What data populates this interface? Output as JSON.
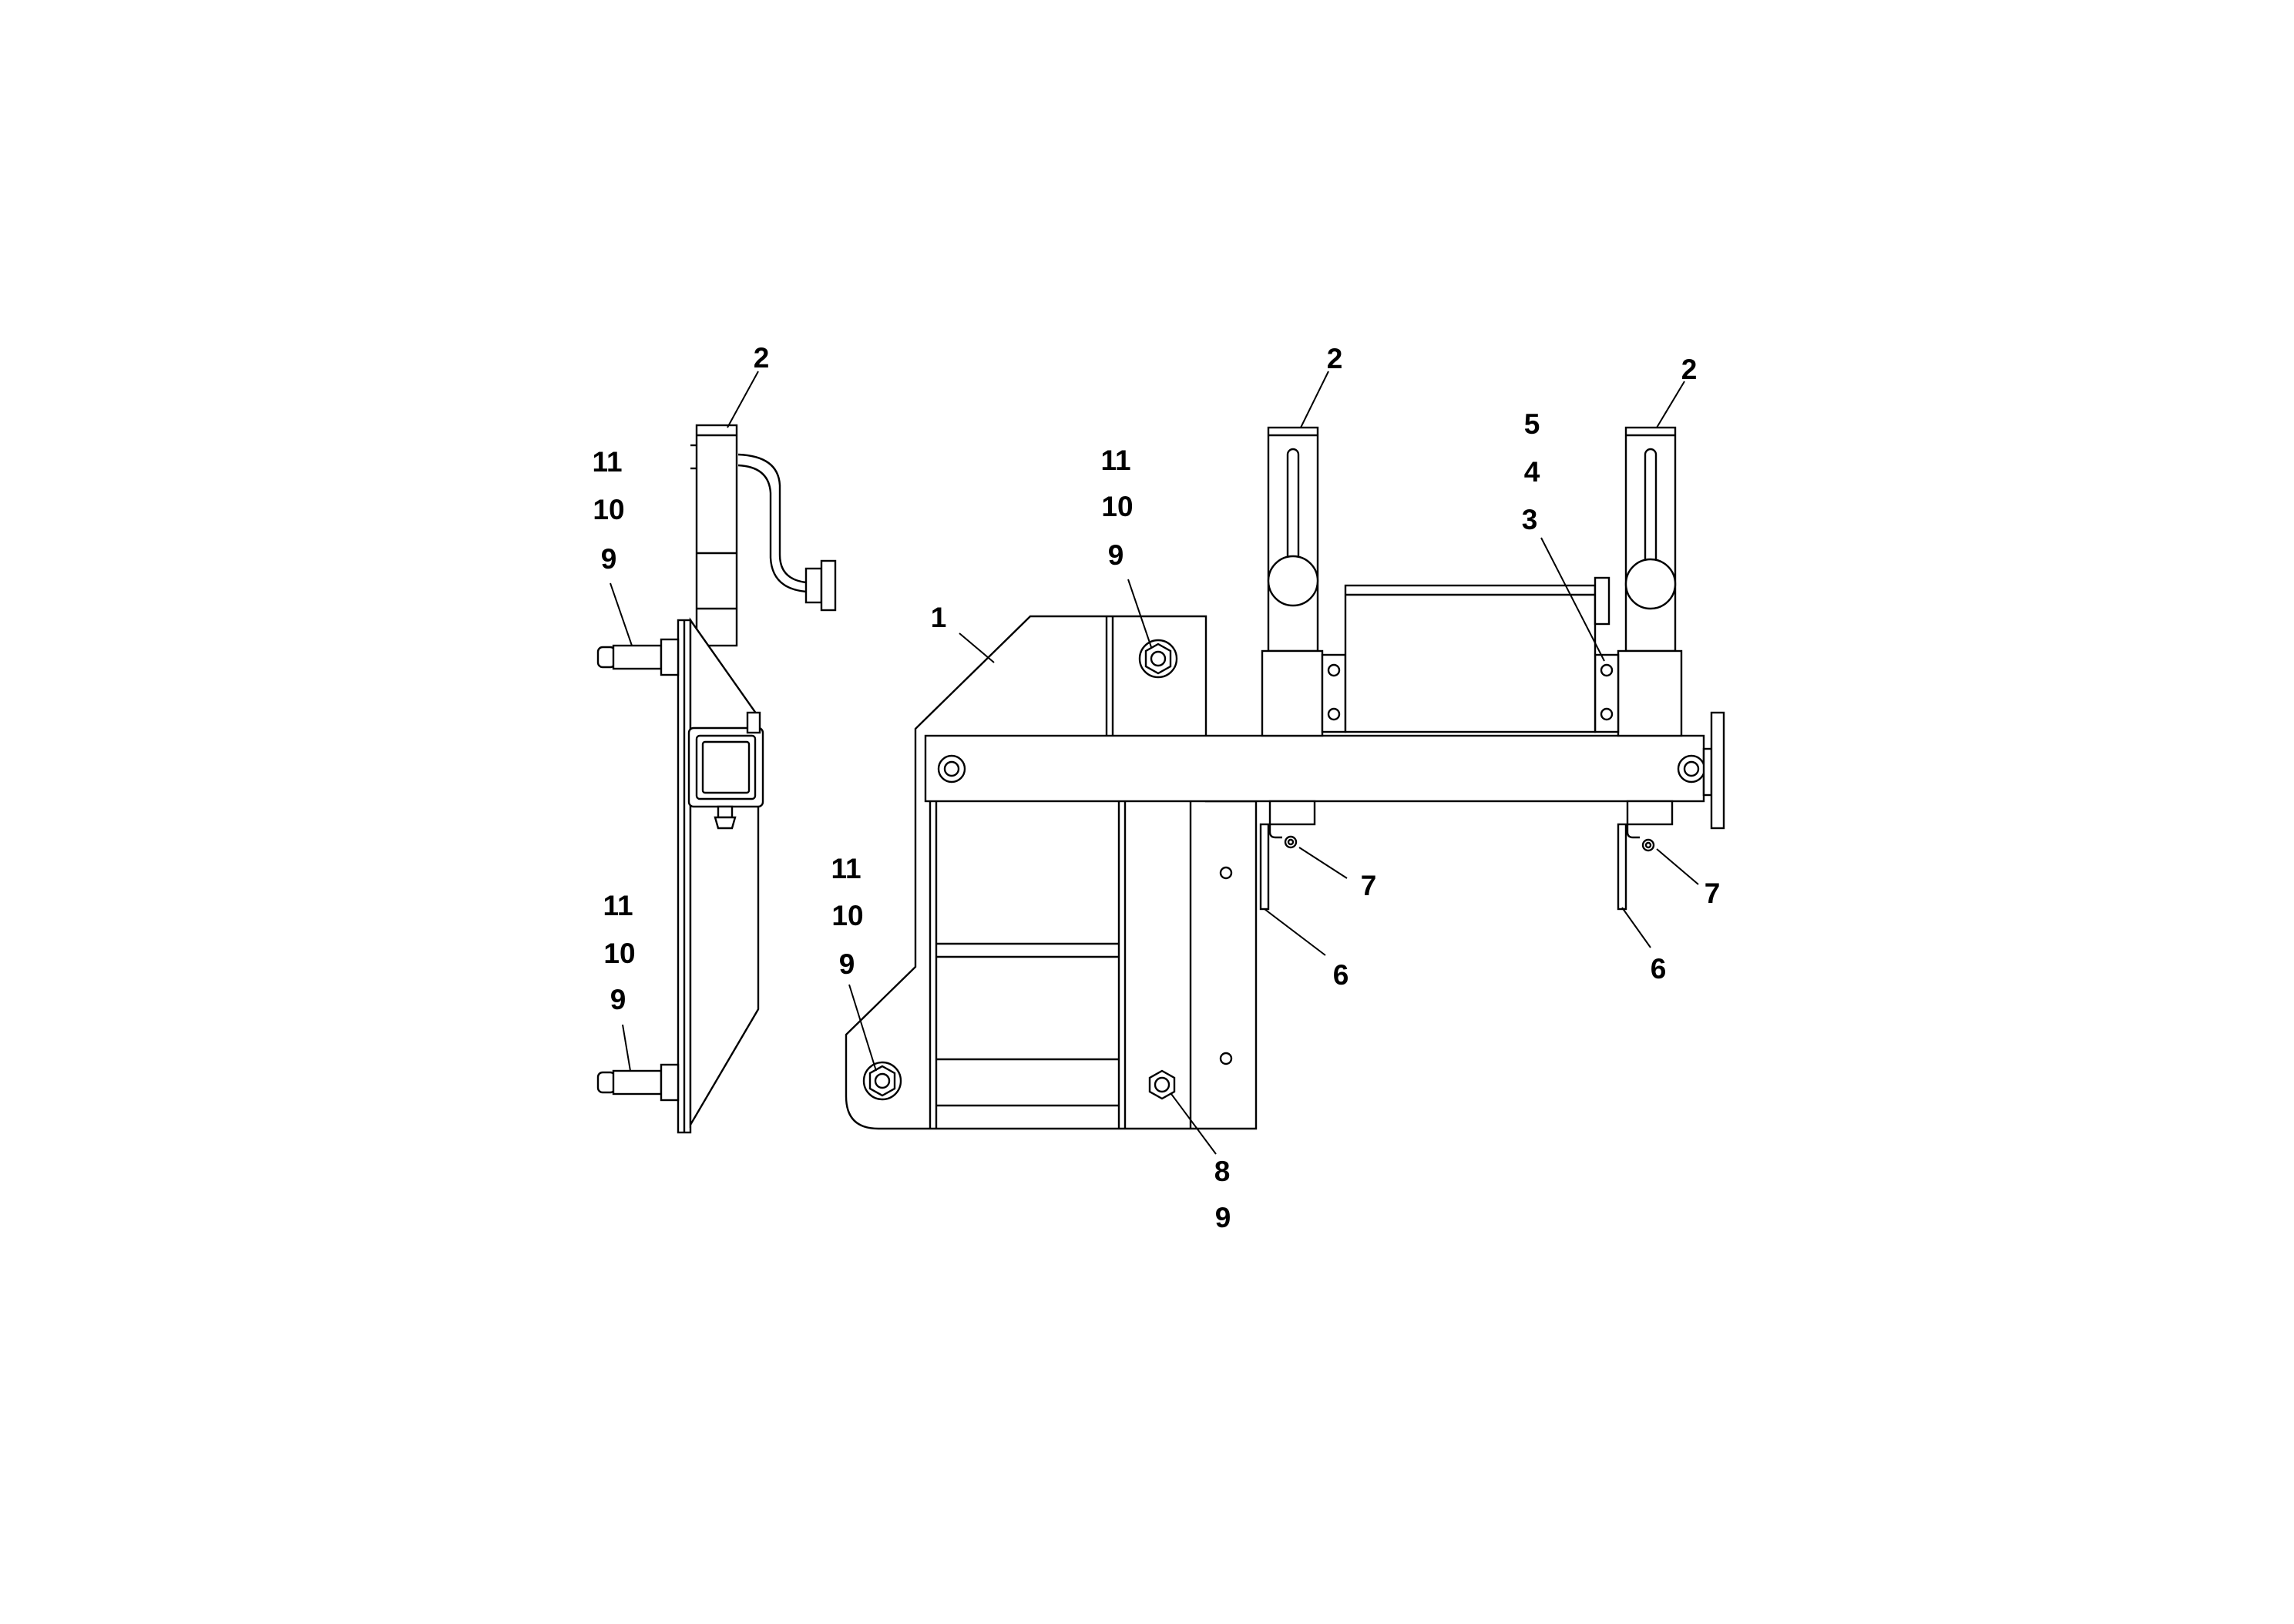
{
  "callouts": {
    "side_2": "2",
    "side_top_11": "11",
    "side_top_10": "10",
    "side_top_9": "9",
    "side_bot_11": "11",
    "side_bot_10": "10",
    "side_bot_9": "9",
    "front_1": "1",
    "front_2_left": "2",
    "front_2_right": "2",
    "front_upper_11": "11",
    "front_upper_10": "10",
    "front_upper_9": "9",
    "front_5": "5",
    "front_4": "4",
    "front_3": "3",
    "front_7_left": "7",
    "front_7_right": "7",
    "front_6_left": "6",
    "front_6_right": "6",
    "front_lower_11": "11",
    "front_lower_10": "10",
    "front_lower_9": "9",
    "front_8": "8",
    "front_bottom_9": "9"
  }
}
